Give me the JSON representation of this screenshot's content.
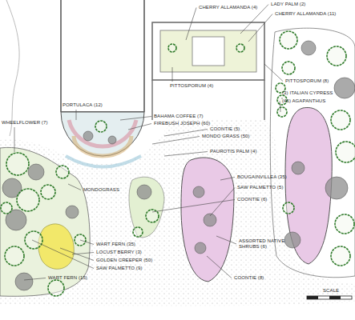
{
  "diagram": {
    "labels": [
      "CHERRY ALLAMANDA (4)",
      "LADY PALM (2)",
      "CHERRY ALLAMANDA (11)",
      "PITTOSPORUM (4)",
      "PITTOSPORUM (8)",
      "(3) ITALIAN CYPRESS",
      "(46) AGAPANTHUS",
      "PORTULACA (12)",
      "WHEELFLOWER (7)",
      "BAHAMA COFFEE (7)",
      "FIREBUSH JOSEPH (60)",
      "COONTIE (5)",
      "MONDO GRASS (50)",
      "PAUROTIS PALM (4)",
      "MONDOGRASS",
      "BOUGAINVILLEA (35)",
      "SAW PALMETTO (5)",
      "COONTIE (6)",
      "ASSORTED NATIVE SHRUBS (6)",
      "COONTIE (8)",
      "WART FERN (35)",
      "LOCUST BERRY (3)",
      "GOLDEN CREEPER (50)",
      "SAW PALMETTO (9)",
      "WART FERN (15)",
      "SCALE"
    ]
  }
}
